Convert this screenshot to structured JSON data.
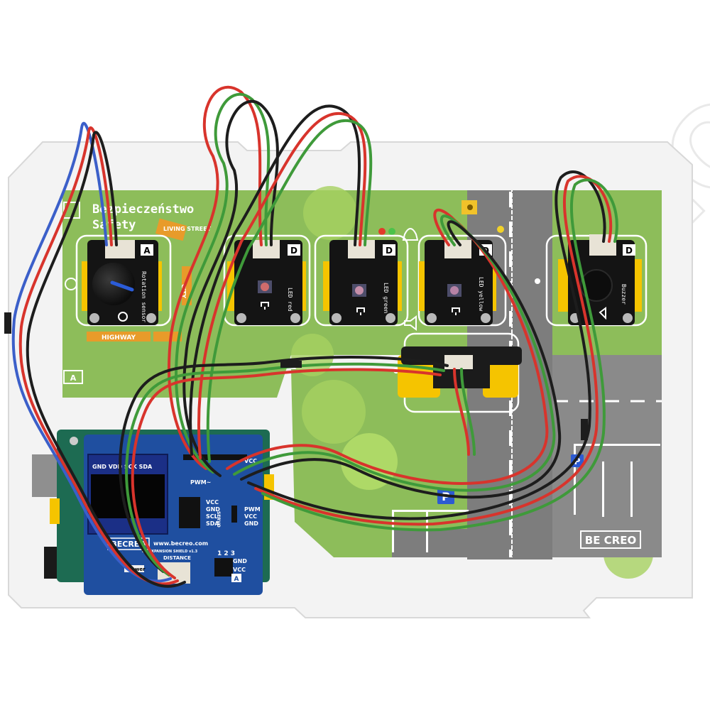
{
  "board": {
    "title_pl": "Bezpieczeństwo",
    "title_en": "Safety",
    "corner_label": "A",
    "brand": "BE CREO",
    "road_labels": {
      "living_street": "LIVING STREET",
      "city": "CITY",
      "highway": "HIGHWAY"
    },
    "parking_sign": "P"
  },
  "watermark": {
    "text": "BECREO",
    "registered": "®"
  },
  "modules": {
    "rotation": {
      "port": "A",
      "name": "Rotation sensor"
    },
    "led_red": {
      "port": "D",
      "name": "LED red"
    },
    "led_green": {
      "port": "D",
      "name": "LED green"
    },
    "led_yellow": {
      "port": "D",
      "name": "LED yellow"
    },
    "buzzer": {
      "port": "D",
      "name": "Buzzer"
    }
  },
  "shield": {
    "brand": "BECREO",
    "url": "www.becreo.com",
    "model": "I/O EXPANSION SHIELD v1.3",
    "oled_pins": "GND VDD SCK SDA",
    "i2c_labels": [
      "VCC",
      "GND",
      "SCL",
      "SDA"
    ],
    "servo_labels": [
      "PWM",
      "VCC",
      "GND"
    ],
    "servo_caption": "SERVO",
    "pwm_label": "PWM~",
    "power_label": "Power",
    "distance_label": "DISTANCE",
    "analog_numbers": "1 2 3",
    "analog_labels": [
      "GND",
      "VCC",
      "A"
    ],
    "vcc_top": "VCC"
  },
  "colors": {
    "green_mat": "#8dbd5a",
    "road": "#7d7d7d",
    "shield_blue": "#1f4fa0",
    "module_yellow": "#f5c400",
    "wire_red": "#d8342c",
    "wire_green": "#3f9a3a",
    "wire_black": "#1d1d1d",
    "wire_blue": "#3b5fc9"
  }
}
